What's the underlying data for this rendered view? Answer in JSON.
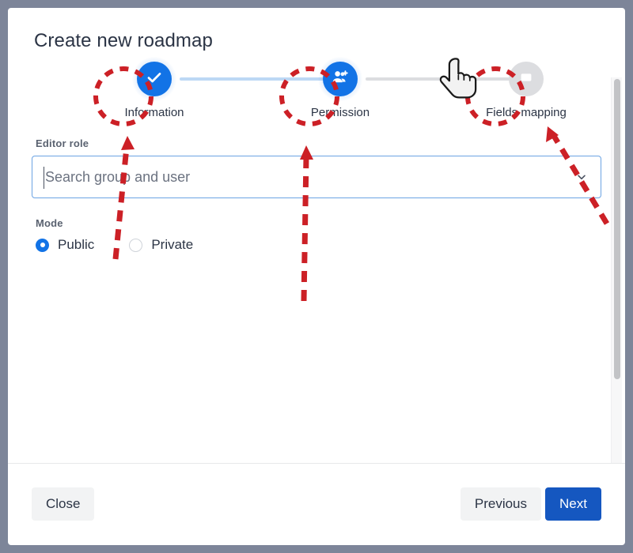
{
  "dialog": {
    "title": "Create new roadmap"
  },
  "stepper": {
    "steps": [
      {
        "label": "Information",
        "state": "done",
        "icon": "check-icon"
      },
      {
        "label": "Permission",
        "state": "active",
        "icon": "person-add-icon"
      },
      {
        "label": "Fields mapping",
        "state": "todo",
        "icon": "card-icon"
      }
    ],
    "connector_active_color": "#bcd8f5",
    "connector_inactive_color": "#dcdde0"
  },
  "form": {
    "editor_role": {
      "label": "Editor role",
      "placeholder": "Search group and user",
      "value": "",
      "chevron": "chevron-down-icon"
    },
    "mode": {
      "label": "Mode",
      "selected": "Public",
      "options": [
        {
          "label": "Public",
          "selected": true
        },
        {
          "label": "Private",
          "selected": false
        }
      ]
    }
  },
  "footer": {
    "close_label": "Close",
    "previous_label": "Previous",
    "next_label": "Next"
  },
  "colors": {
    "accent_blue": "#1273e6",
    "primary_button": "#1557c0",
    "backdrop": "#7d8599",
    "annotation_red": "#cc2026",
    "label_grey": "#5a6270",
    "text_dark": "#2b3445"
  },
  "annotations": {
    "cursor": "pointing-hand-cursor",
    "highlight_circles": 3,
    "arrows": 3
  }
}
